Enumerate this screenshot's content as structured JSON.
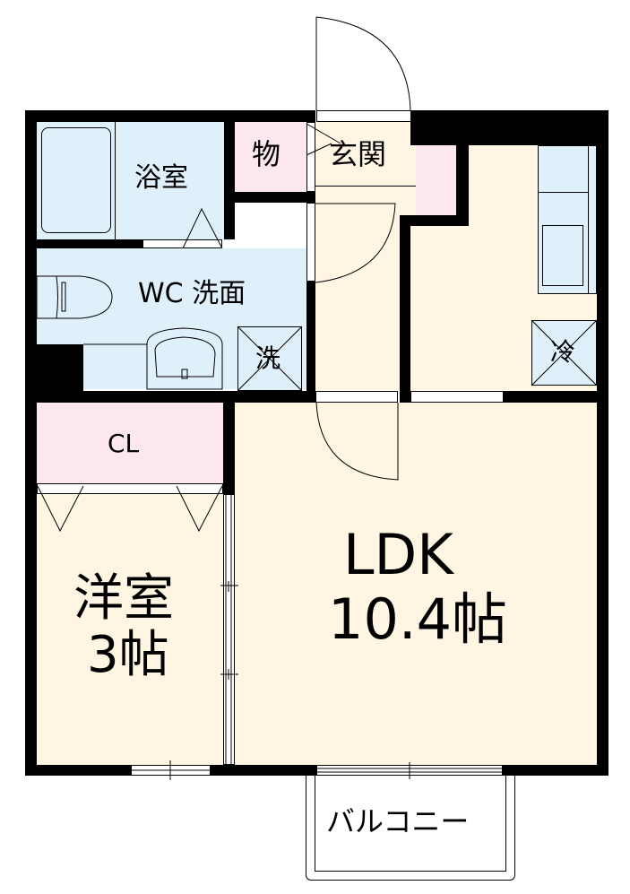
{
  "floorplan": {
    "rooms": {
      "bath": {
        "label": "浴室"
      },
      "storage": {
        "label": "物"
      },
      "entrance": {
        "label": "玄関"
      },
      "wc_washroom": {
        "label": "WC 洗面"
      },
      "washer": {
        "label": "洗"
      },
      "fridge": {
        "label": "冷"
      },
      "closet": {
        "label": "CL"
      },
      "western_room": {
        "label": "洋室",
        "size": "3帖"
      },
      "ldk": {
        "label": "LDK",
        "size": "10.4帖"
      },
      "balcony": {
        "label": "バルコニー"
      }
    },
    "colors": {
      "wet_area": "#dff0fb",
      "storage": "#fce6ef",
      "living": "#fef6e3",
      "wall": "#000000"
    }
  }
}
